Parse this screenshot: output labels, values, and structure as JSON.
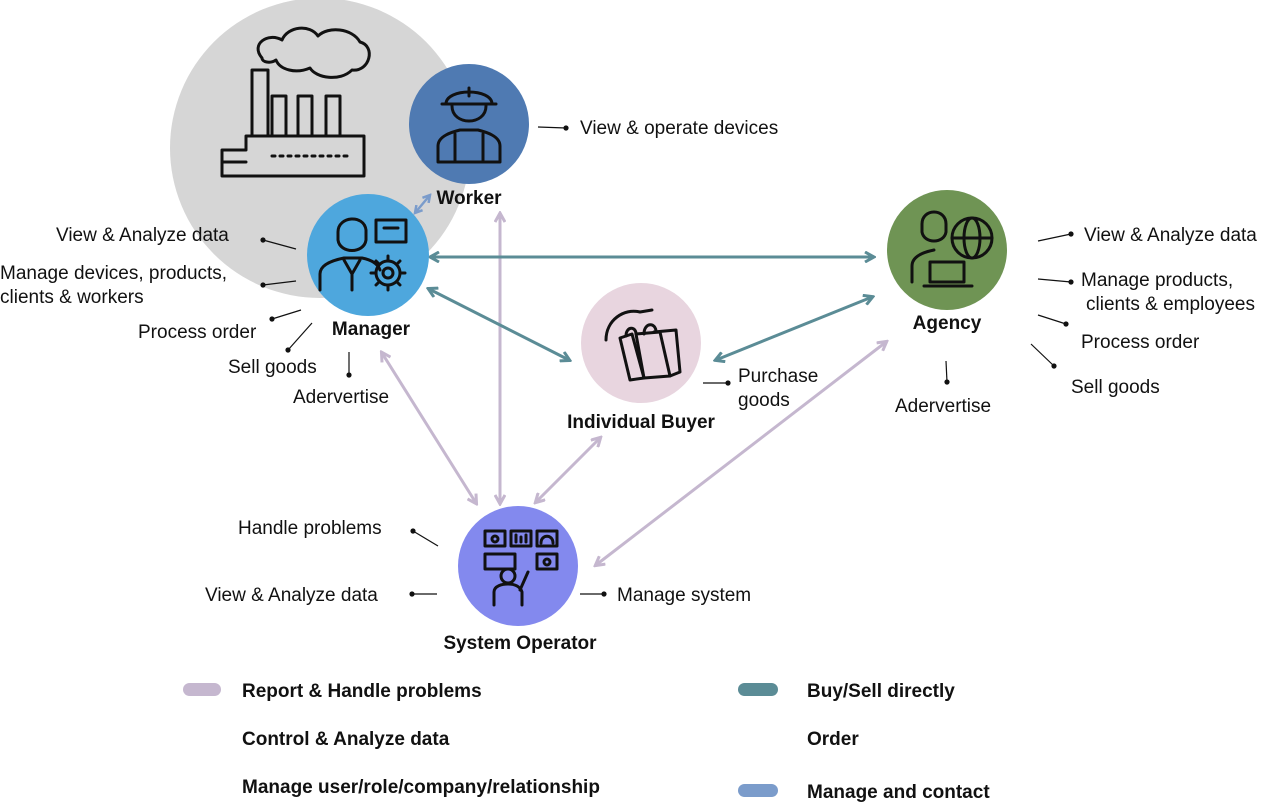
{
  "colors": {
    "factory_bg": "#d6d6d6",
    "worker": "#4f7ab2",
    "manager": "#4ea7dd",
    "agency": "#6f9454",
    "buyer": "#e8d5df",
    "operator": "#8389ee",
    "report_arrow": "#c5b7cf",
    "buy_sell_arrow": "#5b8c96",
    "manage_arrow": "#7b9ccb"
  },
  "nodes": {
    "worker": {
      "name": "Worker",
      "icon": "worker-helmet-icon"
    },
    "manager": {
      "name": "Manager",
      "icon": "manager-gear-icon"
    },
    "agency": {
      "name": "Agency",
      "icon": "agency-globe-laptop-icon"
    },
    "buyer": {
      "name": "Individual Buyer",
      "icon": "shopping-bags-hand-icon"
    },
    "operator": {
      "name": "System Operator",
      "icon": "control-panel-operator-icon"
    },
    "factory": {
      "icon": "factory-icon"
    }
  },
  "worker_actions": [
    "View & operate devices"
  ],
  "manager_actions": {
    "view": "View & Analyze data",
    "manage_line1": "Manage devices, products,",
    "manage_line2": "clients & workers",
    "process": "Process order",
    "sell": "Sell goods",
    "advertise": "Adervertise"
  },
  "agency_actions": {
    "view": "View & Analyze data",
    "manage_line1": "Manage products,",
    "manage_line2": "clients & employees",
    "process": "Process order",
    "sell": "Sell goods",
    "advertise": "Adervertise"
  },
  "buyer_actions": {
    "line1": "Purchase",
    "line2": "goods"
  },
  "operator_actions": {
    "handle": "Handle problems",
    "view": "View & Analyze data",
    "manage": "Manage system"
  },
  "legend": {
    "report": "Report & Handle problems",
    "control": "Control & Analyze data",
    "manage_user": "Manage user/role/company/relationship",
    "buy_sell": "Buy/Sell directly",
    "order": "Order",
    "manage_contact": "Manage and contact"
  }
}
